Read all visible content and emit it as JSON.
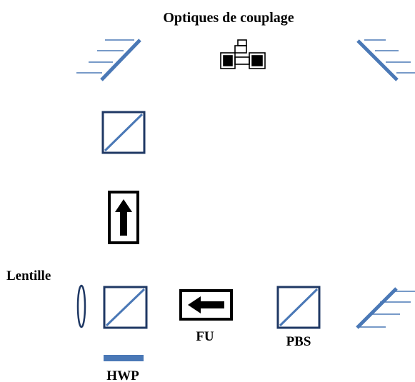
{
  "labels": {
    "title": "Optiques de couplage",
    "lentille": "Lentille",
    "fu": "FU",
    "pbs": "PBS",
    "hwp": "HWP"
  },
  "colors": {
    "optic_blue": "#4a78b6",
    "frame_dark": "#1f3864",
    "ink": "#000000"
  },
  "icons": {
    "coupling_optics": "coupling-optics-icon",
    "mirror": "mirror-icon",
    "beam_splitter": "polarizing-beam-splitter-icon",
    "isolator": "faraday-isolator-icon",
    "lens": "lens-icon",
    "waveplate": "half-wave-plate-icon"
  }
}
